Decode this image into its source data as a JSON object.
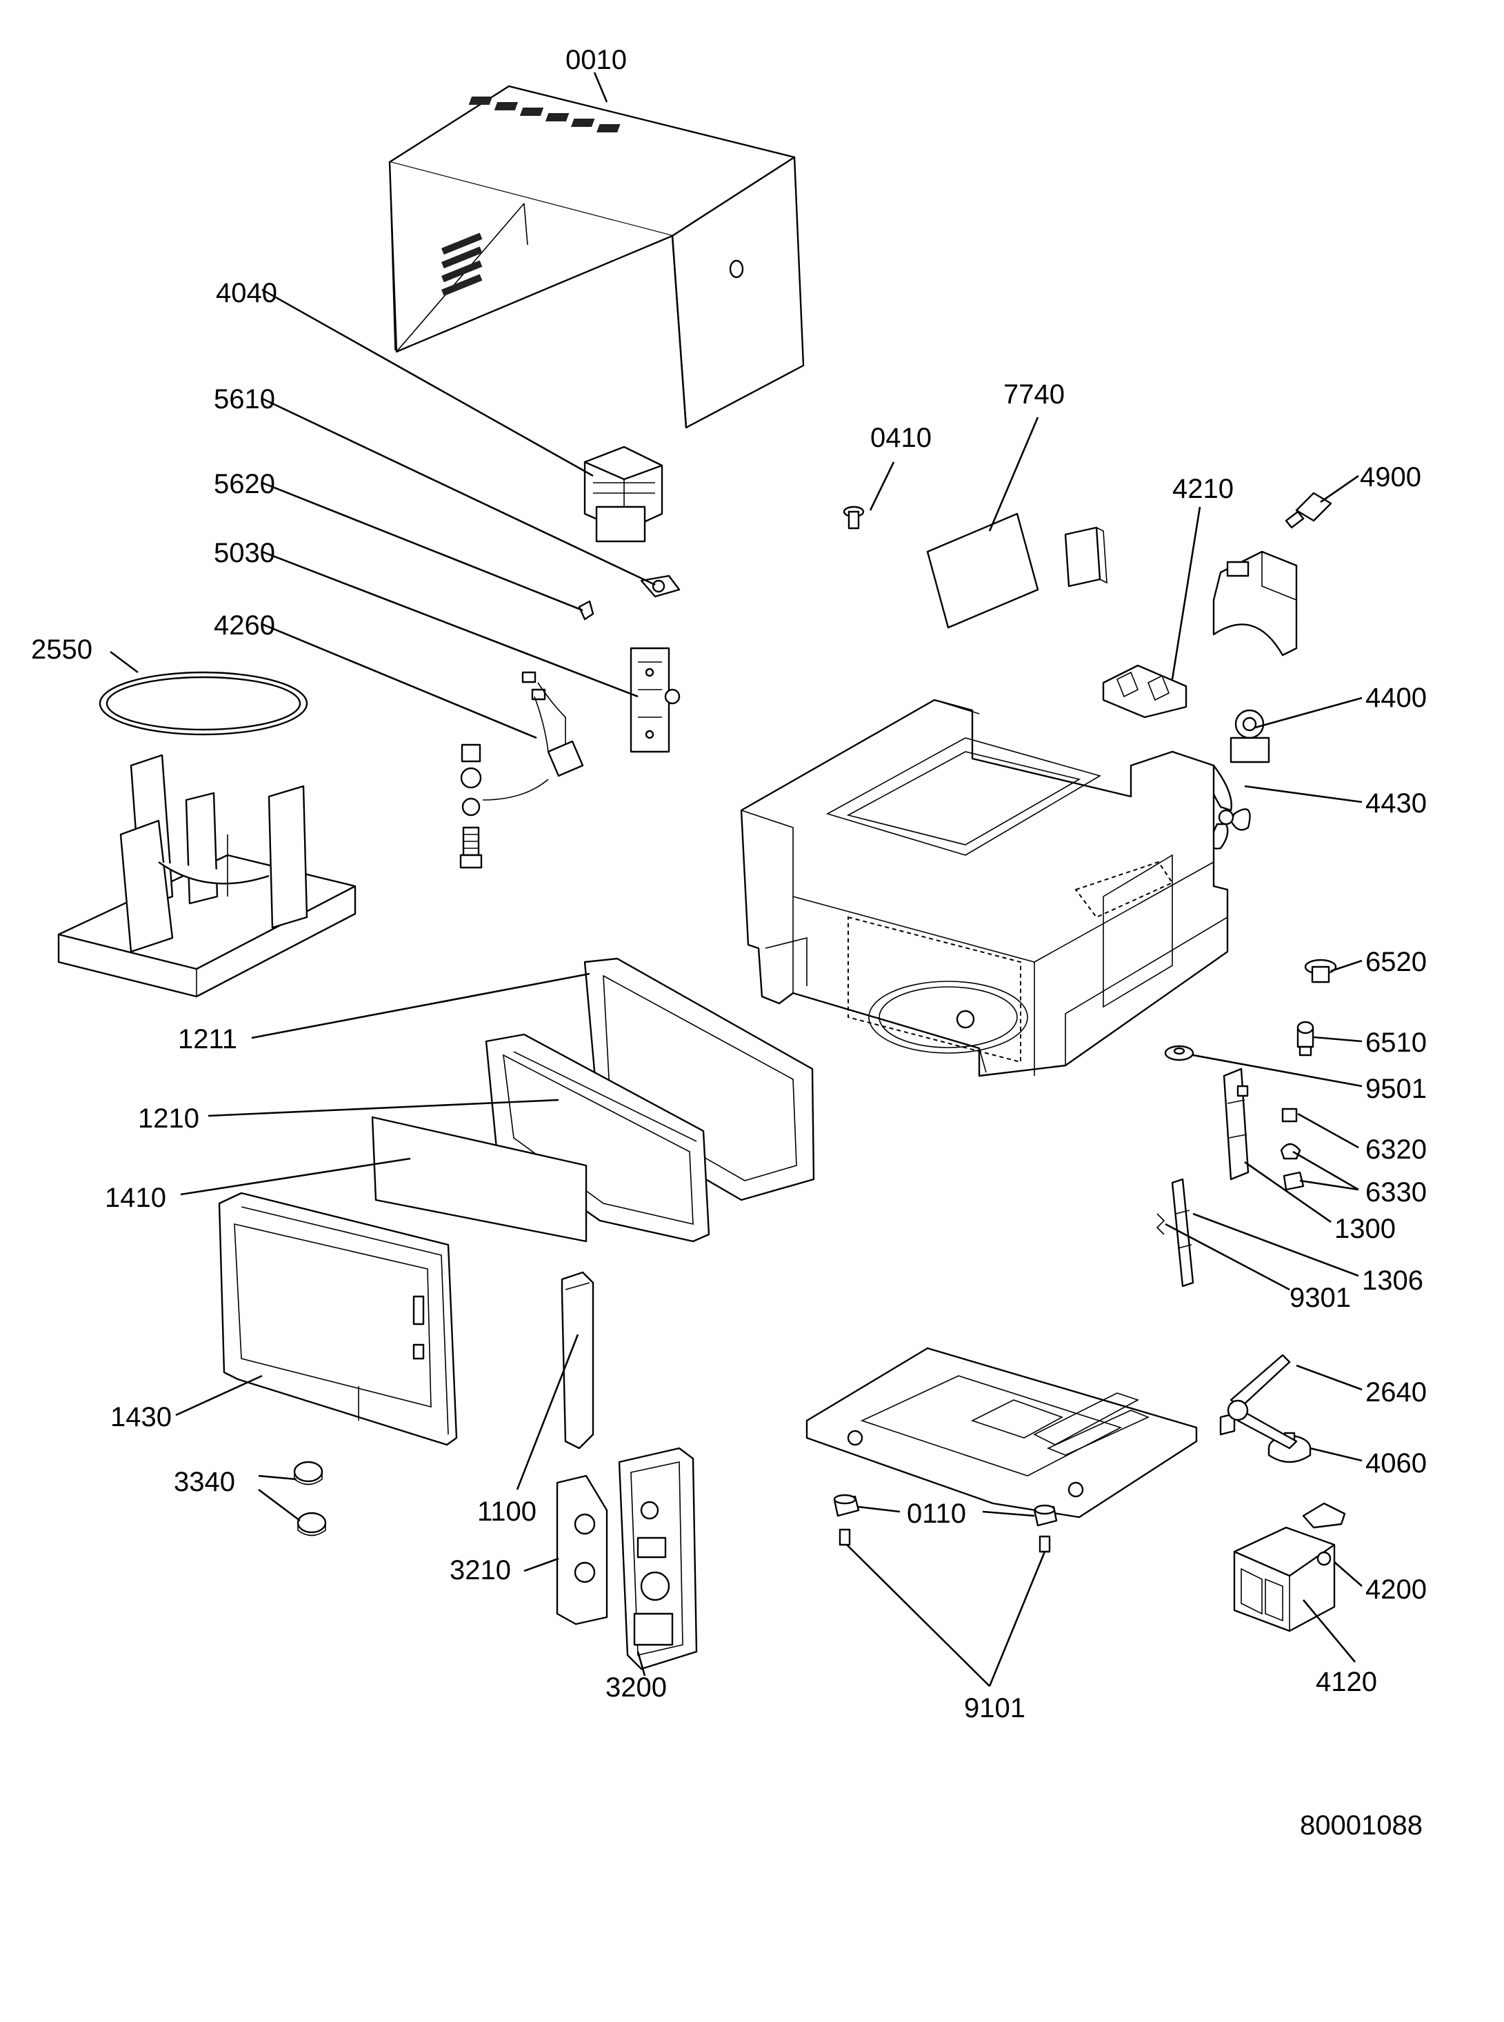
{
  "diagram": {
    "type": "exploded-parts-diagram",
    "drawing_number": "80001088",
    "callouts": [
      {
        "id": "c0010",
        "label": "0010"
      },
      {
        "id": "c4040",
        "label": "4040"
      },
      {
        "id": "c5610",
        "label": "5610"
      },
      {
        "id": "c5620",
        "label": "5620"
      },
      {
        "id": "c5030",
        "label": "5030"
      },
      {
        "id": "c4260",
        "label": "4260"
      },
      {
        "id": "c2550",
        "label": "2550"
      },
      {
        "id": "c0410",
        "label": "0410"
      },
      {
        "id": "c7740",
        "label": "7740"
      },
      {
        "id": "c4210",
        "label": "4210"
      },
      {
        "id": "c4900",
        "label": "4900"
      },
      {
        "id": "c4400",
        "label": "4400"
      },
      {
        "id": "c4430",
        "label": "4430"
      },
      {
        "id": "c6520",
        "label": "6520"
      },
      {
        "id": "c6510",
        "label": "6510"
      },
      {
        "id": "c9501",
        "label": "9501"
      },
      {
        "id": "c6320",
        "label": "6320"
      },
      {
        "id": "c6330",
        "label": "6330"
      },
      {
        "id": "c1300",
        "label": "1300"
      },
      {
        "id": "c1306",
        "label": "1306"
      },
      {
        "id": "c9301",
        "label": "9301"
      },
      {
        "id": "c2640",
        "label": "2640"
      },
      {
        "id": "c4060",
        "label": "4060"
      },
      {
        "id": "c4200",
        "label": "4200"
      },
      {
        "id": "c4120",
        "label": "4120"
      },
      {
        "id": "c0110",
        "label": "0110"
      },
      {
        "id": "c9101",
        "label": "9101"
      },
      {
        "id": "c1211",
        "label": "1211"
      },
      {
        "id": "c1210",
        "label": "1210"
      },
      {
        "id": "c1410",
        "label": "1410"
      },
      {
        "id": "c1430",
        "label": "1430"
      },
      {
        "id": "c1100",
        "label": "1100"
      },
      {
        "id": "c3340",
        "label": "3340"
      },
      {
        "id": "c3210",
        "label": "3210"
      },
      {
        "id": "c3200",
        "label": "3200"
      }
    ]
  }
}
